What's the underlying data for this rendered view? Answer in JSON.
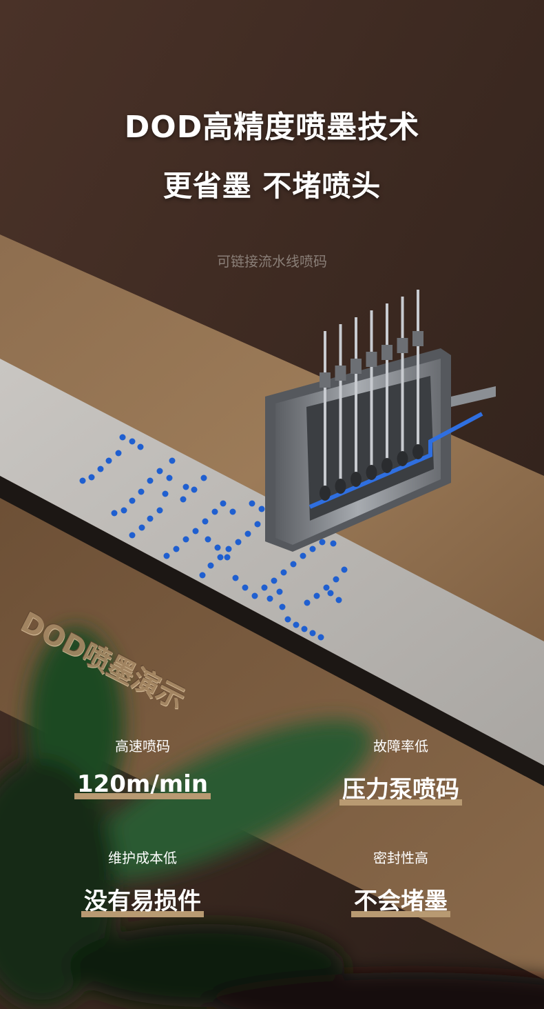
{
  "headline": {
    "line1": "DOD高精度喷墨技术",
    "line2": "更省墨 不堵喷头"
  },
  "subtitle": "可链接流水线喷码",
  "demo_label": "DOD喷墨演示",
  "features": [
    {
      "label": "高速喷码",
      "value": "120m/min"
    },
    {
      "label": "故障率低",
      "value": "压力泵喷码"
    },
    {
      "label": "维护成本低",
      "value": "没有易损件"
    },
    {
      "label": "密封性高",
      "value": "不会堵墨"
    }
  ],
  "colors": {
    "accent_bar": "#b89a72",
    "ink_dots": "#1f5fd0",
    "background": "#3a2a22"
  }
}
